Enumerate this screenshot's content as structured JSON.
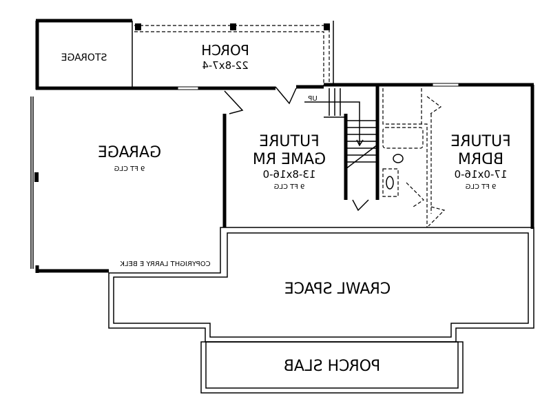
{
  "plan": {
    "rooms": {
      "storage": {
        "name": "STORAGE"
      },
      "porch": {
        "name": "PORCH",
        "size": "22-8x7-4"
      },
      "garage": {
        "name": "GARAGE",
        "ceiling": "9 FT CLG"
      },
      "game_room": {
        "name_line1": "FUTURE",
        "name_line2": "GAME  RM",
        "size": "13-8x16-0",
        "ceiling": "9 FT CLG"
      },
      "bedroom": {
        "name_line1": "FUTURE",
        "name_line2": "BDRM",
        "size": "17-0x16-0",
        "ceiling": "9 FT CLG"
      },
      "crawl_space": {
        "name": "CRAWL  SPACE"
      },
      "porch_slab": {
        "name": "PORCH  SLAB"
      }
    },
    "stair_label": "UP",
    "copyright": "COPYRIGHT LARRY E BELK",
    "mirrored": true
  }
}
